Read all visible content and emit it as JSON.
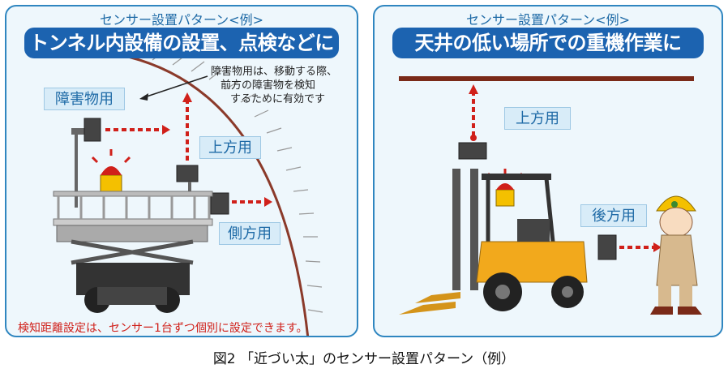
{
  "left": {
    "subtitle": "センサー設置パターン<例>",
    "title": "トンネル内設備の設置、点検などに",
    "label_obstacle": "障害物用",
    "label_up": "上方用",
    "label_side": "側方用",
    "note_lines": [
      "障害物用は、移動する際、",
      "前方の障害物を検知",
      "するために有効です"
    ],
    "red_note": "検知距離設定は、センサー1台ずつ個別に設定できます。"
  },
  "right": {
    "subtitle": "センサー設置パターン<例>",
    "title": "天井の低い場所での重機作業に",
    "label_up": "上方用",
    "label_back": "後方用"
  },
  "caption": "図2 「近づい太」のセンサー設置パターン（例）",
  "colors": {
    "accent": "#1c63b0",
    "arrow": "#d0201a",
    "panel_bg": "#eef7fc"
  }
}
